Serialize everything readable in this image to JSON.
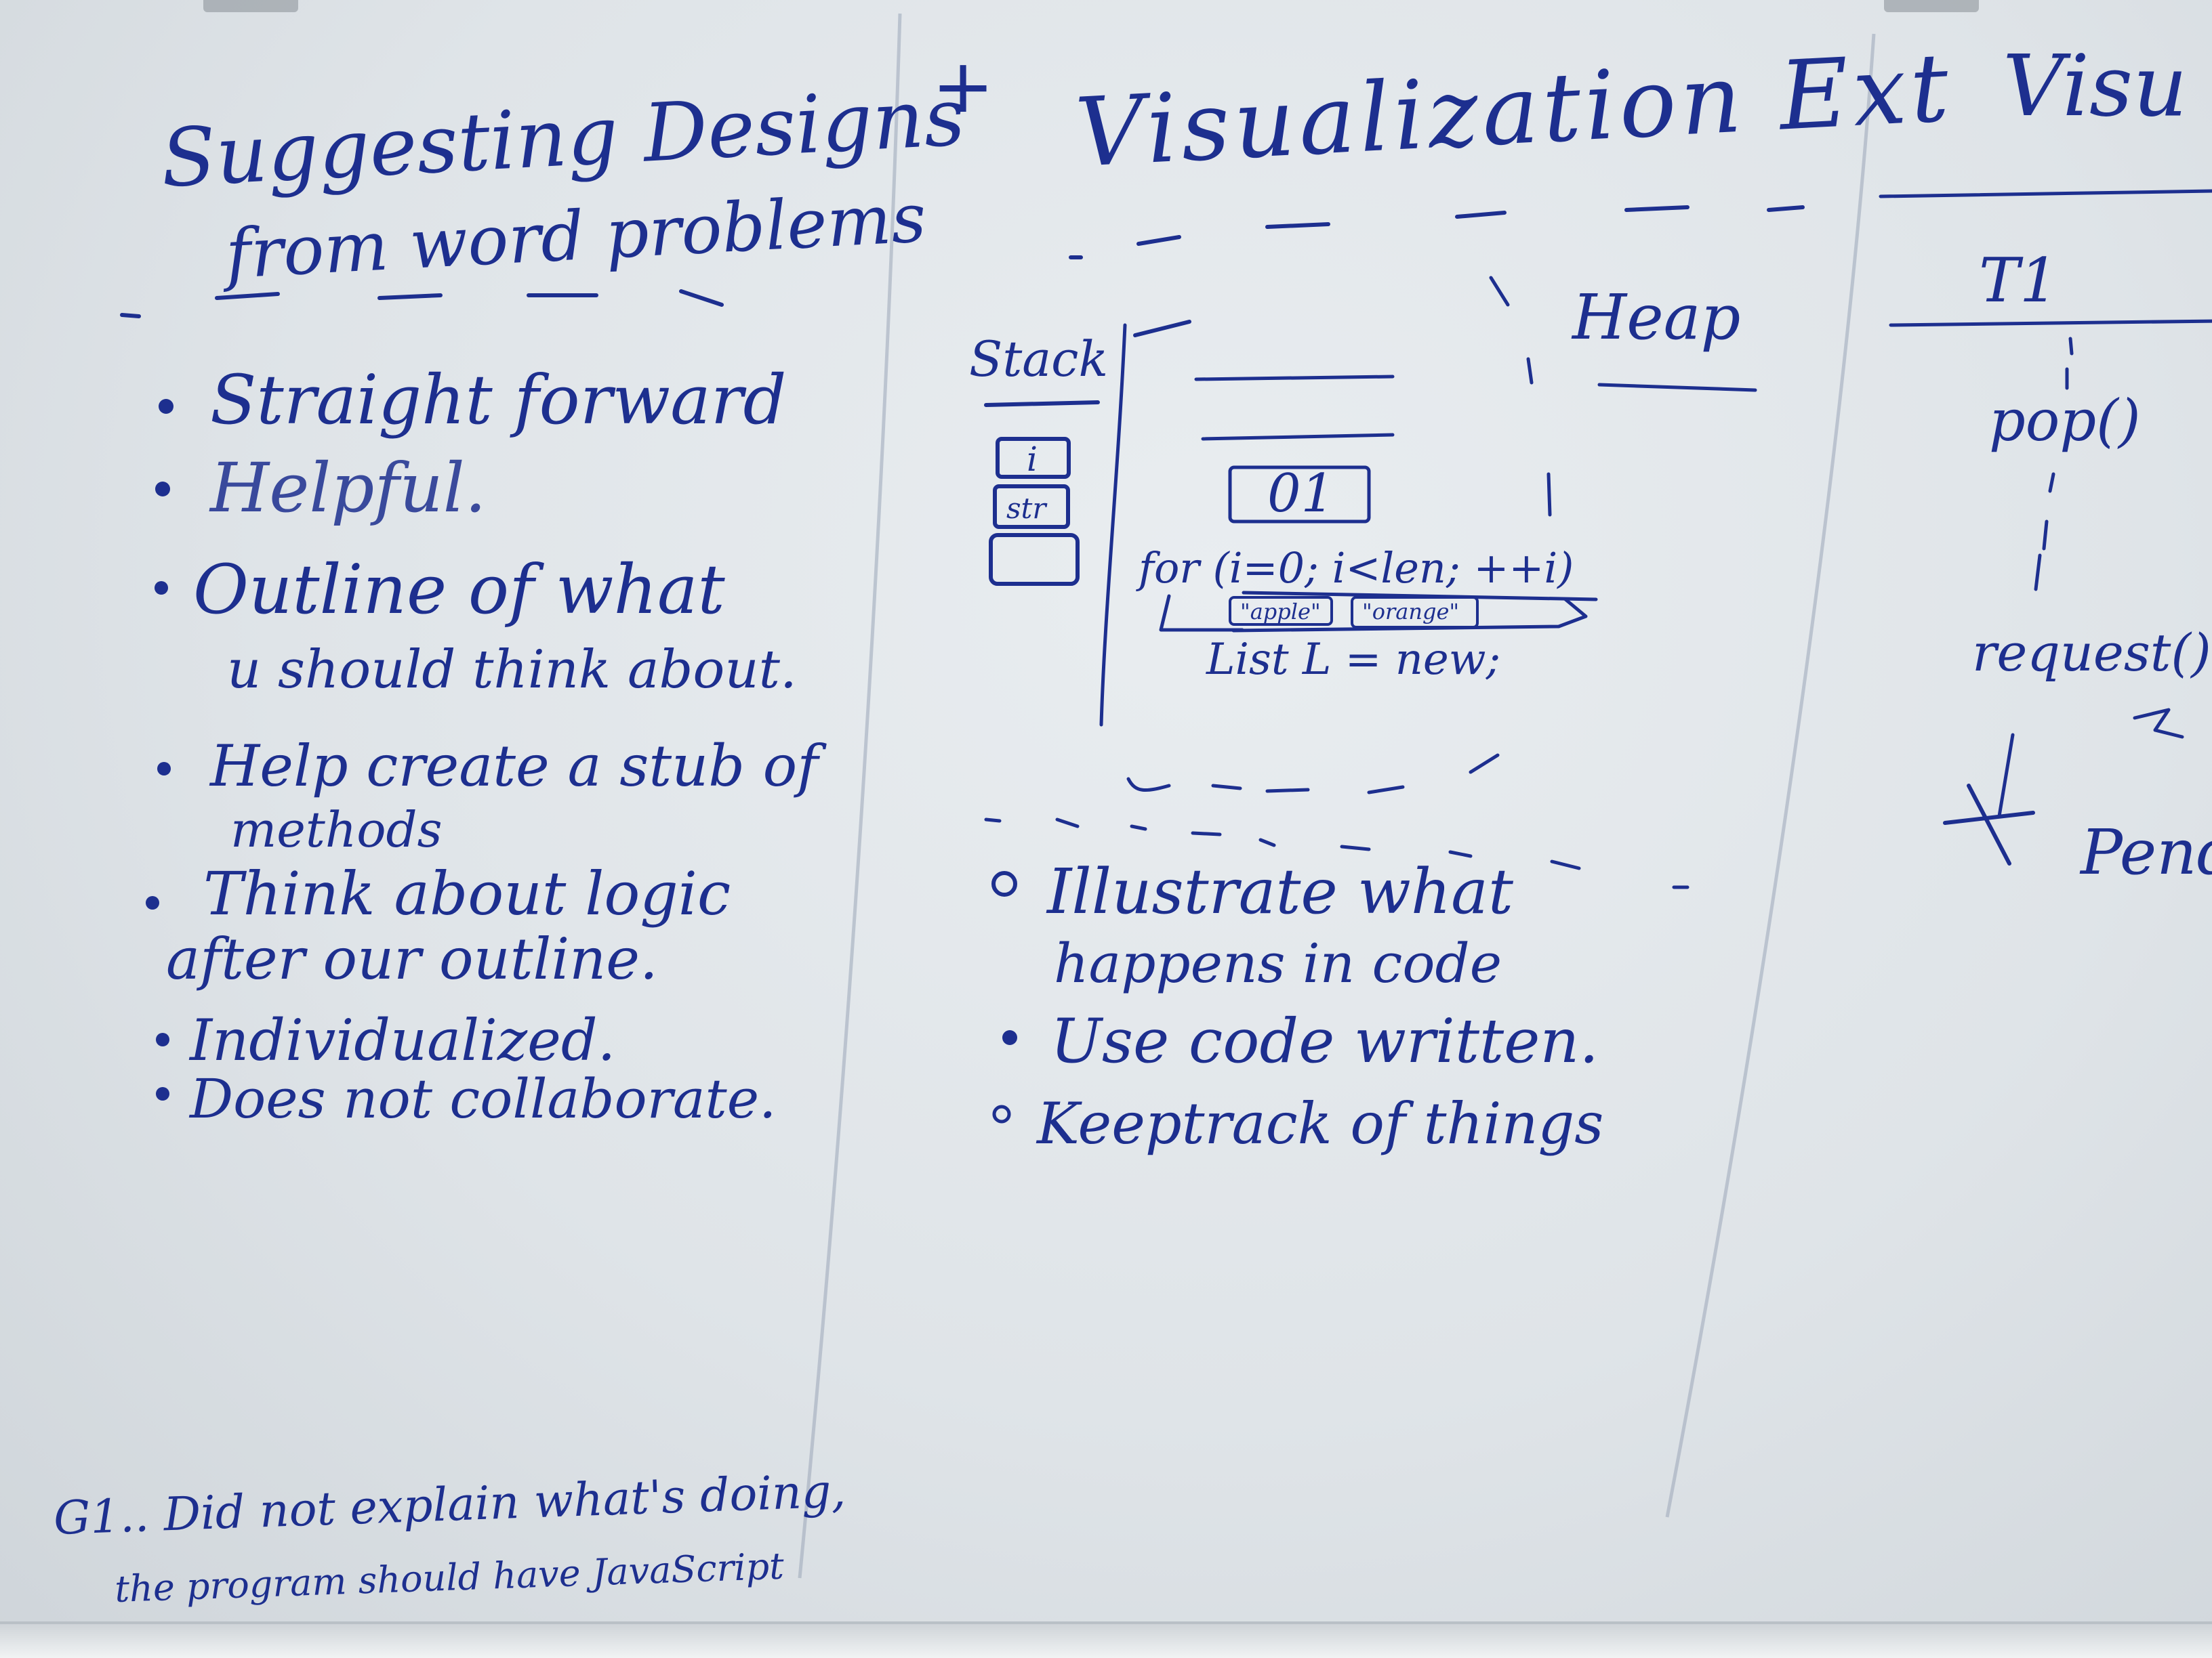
{
  "columns": {
    "left": {
      "title_line1": "Suggesting Designs",
      "title_line2": "from word problems",
      "bullets": [
        "Straight forward",
        "Helpful.",
        "Outline of what",
        "u should think about.",
        "Help create a stub of",
        "methods",
        "Think about logic",
        "after our outline.",
        "Individualized.",
        "Does not collaborate."
      ],
      "footnote_line1": "G1.. Did not explain what's doing,",
      "footnote_line2": "the program should have JavaScript"
    },
    "middle": {
      "plus_mark": "+",
      "title": "Visualization Ext",
      "stack_label": "Stack",
      "heap_label": "Heap",
      "stack_cells": [
        "i",
        "str",
        ""
      ],
      "heap_box": "01",
      "code_line1": "for (i=0; i<len; ++i)",
      "code_tokens": [
        "\"apple\"",
        "\"orange\""
      ],
      "code_line2": "List L = new;",
      "bullets": [
        "Illustrate what",
        "happens in code",
        "Use code written.",
        "Keeptrack of things"
      ]
    },
    "right": {
      "title": "Visu",
      "t_label": "T1",
      "calls": [
        "pop()",
        "request()"
      ],
      "pending": "Pend"
    }
  }
}
